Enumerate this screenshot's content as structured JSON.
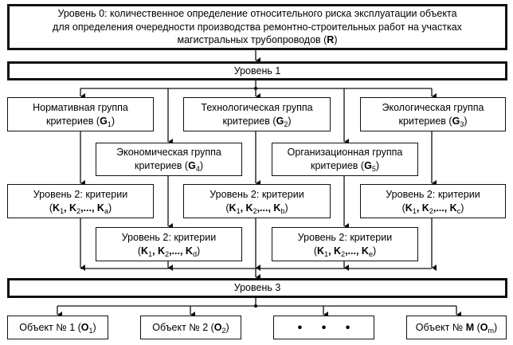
{
  "diagram": {
    "level0": {
      "lines": [
        "Уровень 0: количественное определение относительного риска эксплуатации объекта",
        "для определения очередности производства ремонтно-строительных работ на участках",
        "магистральных трубопроводов ("
      ],
      "symbol": "R",
      "close": ")"
    },
    "level1": {
      "label": "Уровень 1"
    },
    "groups": [
      {
        "line1": "Нормативная группа",
        "line2": "критериев (",
        "symbol": "G",
        "sub": "1",
        "close": ")"
      },
      {
        "line1": "Технологическая группа",
        "line2": "критериев (",
        "symbol": "G",
        "sub": "2",
        "close": ")"
      },
      {
        "line1": "Экологическая группа",
        "line2": "критериев (",
        "symbol": "G",
        "sub": "3",
        "close": ")"
      },
      {
        "line1": "Экономическая группа",
        "line2": "критериев (",
        "symbol": "G",
        "sub": "4",
        "close": ")"
      },
      {
        "line1": "Организационная группа",
        "line2": "критериев (",
        "symbol": "G",
        "sub": "5",
        "close": ")"
      }
    ],
    "criteria": [
      {
        "line1": "Уровень 2: критерии",
        "k": "K",
        "sub1": "1",
        "sub2": "2",
        "subn": "a",
        "sep1": ", ",
        "sep2": ",..., ",
        "open": "(",
        "close": ")"
      },
      {
        "line1": "Уровень 2: критерии",
        "k": "K",
        "sub1": "1",
        "sub2": "2",
        "subn": "b",
        "sep1": ", ",
        "sep2": ",..., ",
        "open": "(",
        "close": ")"
      },
      {
        "line1": "Уровень 2: критерии",
        "k": "K",
        "sub1": "1",
        "sub2": "2",
        "subn": "c",
        "sep1": ", ",
        "sep2": ",..., ",
        "open": "(",
        "close": ")"
      },
      {
        "line1": "Уровень 2: критерии",
        "k": "K",
        "sub1": "1",
        "sub2": "2",
        "subn": "d",
        "sep1": ", ",
        "sep2": ",..., ",
        "open": "(",
        "close": ")"
      },
      {
        "line1": "Уровень 2: критерии",
        "k": "K",
        "sub1": "1",
        "sub2": "2",
        "subn": "e",
        "sep1": ", ",
        "sep2": ",..., ",
        "open": "(",
        "close": ")"
      }
    ],
    "level3": {
      "label": "Уровень 3"
    },
    "objects": [
      {
        "prefix": "Объект № ",
        "num": "1",
        "open": " (",
        "symbol": "O",
        "sub": "1",
        "close": ")"
      },
      {
        "prefix": "Объект № ",
        "num": "2",
        "open": " (",
        "symbol": "O",
        "sub": "2",
        "close": ")"
      },
      {
        "ellipsis": "• • •"
      },
      {
        "prefix": "Объект № ",
        "num": "M",
        "open": " (",
        "symbol": "O",
        "sub": "m",
        "close": ")"
      }
    ],
    "colors": {
      "line": "#111111",
      "background": "#ffffff"
    }
  }
}
